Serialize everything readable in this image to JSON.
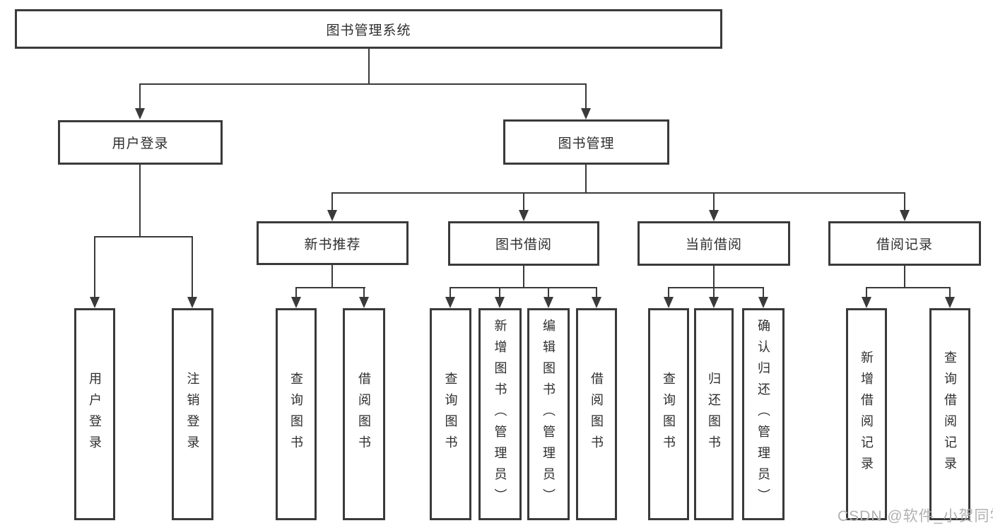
{
  "tree": {
    "root": {
      "label": "图书管理系统",
      "children": [
        {
          "label": "用户登录",
          "children": [
            {
              "label": "用户登录"
            },
            {
              "label": "注销登录"
            }
          ]
        },
        {
          "label": "图书管理",
          "children": [
            {
              "label": "新书推荐",
              "children": [
                {
                  "label": "查询图书"
                },
                {
                  "label": "借阅图书"
                }
              ]
            },
            {
              "label": "图书借阅",
              "children": [
                {
                  "label": "查询图书"
                },
                {
                  "label": "新增图书（管理员）"
                },
                {
                  "label": "编辑图书（管理员）"
                },
                {
                  "label": "借阅图书"
                }
              ]
            },
            {
              "label": "当前借阅",
              "children": [
                {
                  "label": "查询图书"
                },
                {
                  "label": "归还图书"
                },
                {
                  "label": "确认归还（管理员）"
                }
              ]
            },
            {
              "label": "借阅记录",
              "children": [
                {
                  "label": "新增借阅记录"
                },
                {
                  "label": "查询借阅记录"
                }
              ]
            }
          ]
        }
      ]
    }
  },
  "watermark": {
    "text": "CSDN @软件_小贺同学"
  },
  "colors": {
    "line": "#3a3a3a",
    "text": "#2e2e2e",
    "watermark": "#b2b0b0",
    "background": "#ffffff"
  }
}
